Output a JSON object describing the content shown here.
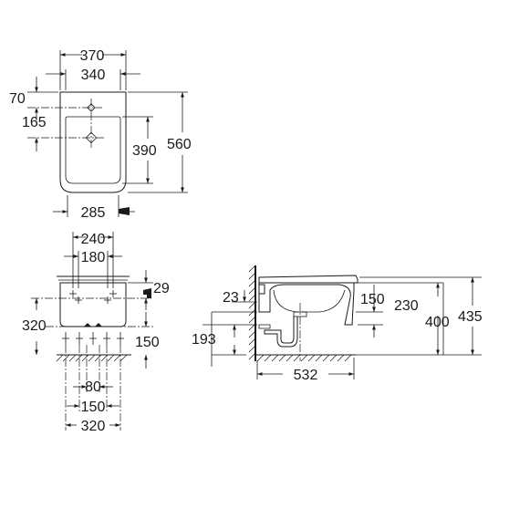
{
  "front_view": {
    "width_overall": "370",
    "width_inner": "340",
    "top_to_hole": "70",
    "top_to_lower_hole": "165",
    "inner_height": "390",
    "overall_height": "560",
    "bottom_width": "285"
  },
  "rear_view": {
    "fixing_outer": "240",
    "fixing_inner": "180",
    "top_offset": "29",
    "fixing_height": "320",
    "supply_height": "150",
    "spacing_small": "80",
    "spacing_mid": "150",
    "spacing_large": "320"
  },
  "side_view": {
    "wall_offset": "23",
    "waste_height": "193",
    "outlet_height": "150",
    "rim_to_outlet": "230",
    "rim_height": "400",
    "overall_height": "435",
    "projection": "532"
  }
}
